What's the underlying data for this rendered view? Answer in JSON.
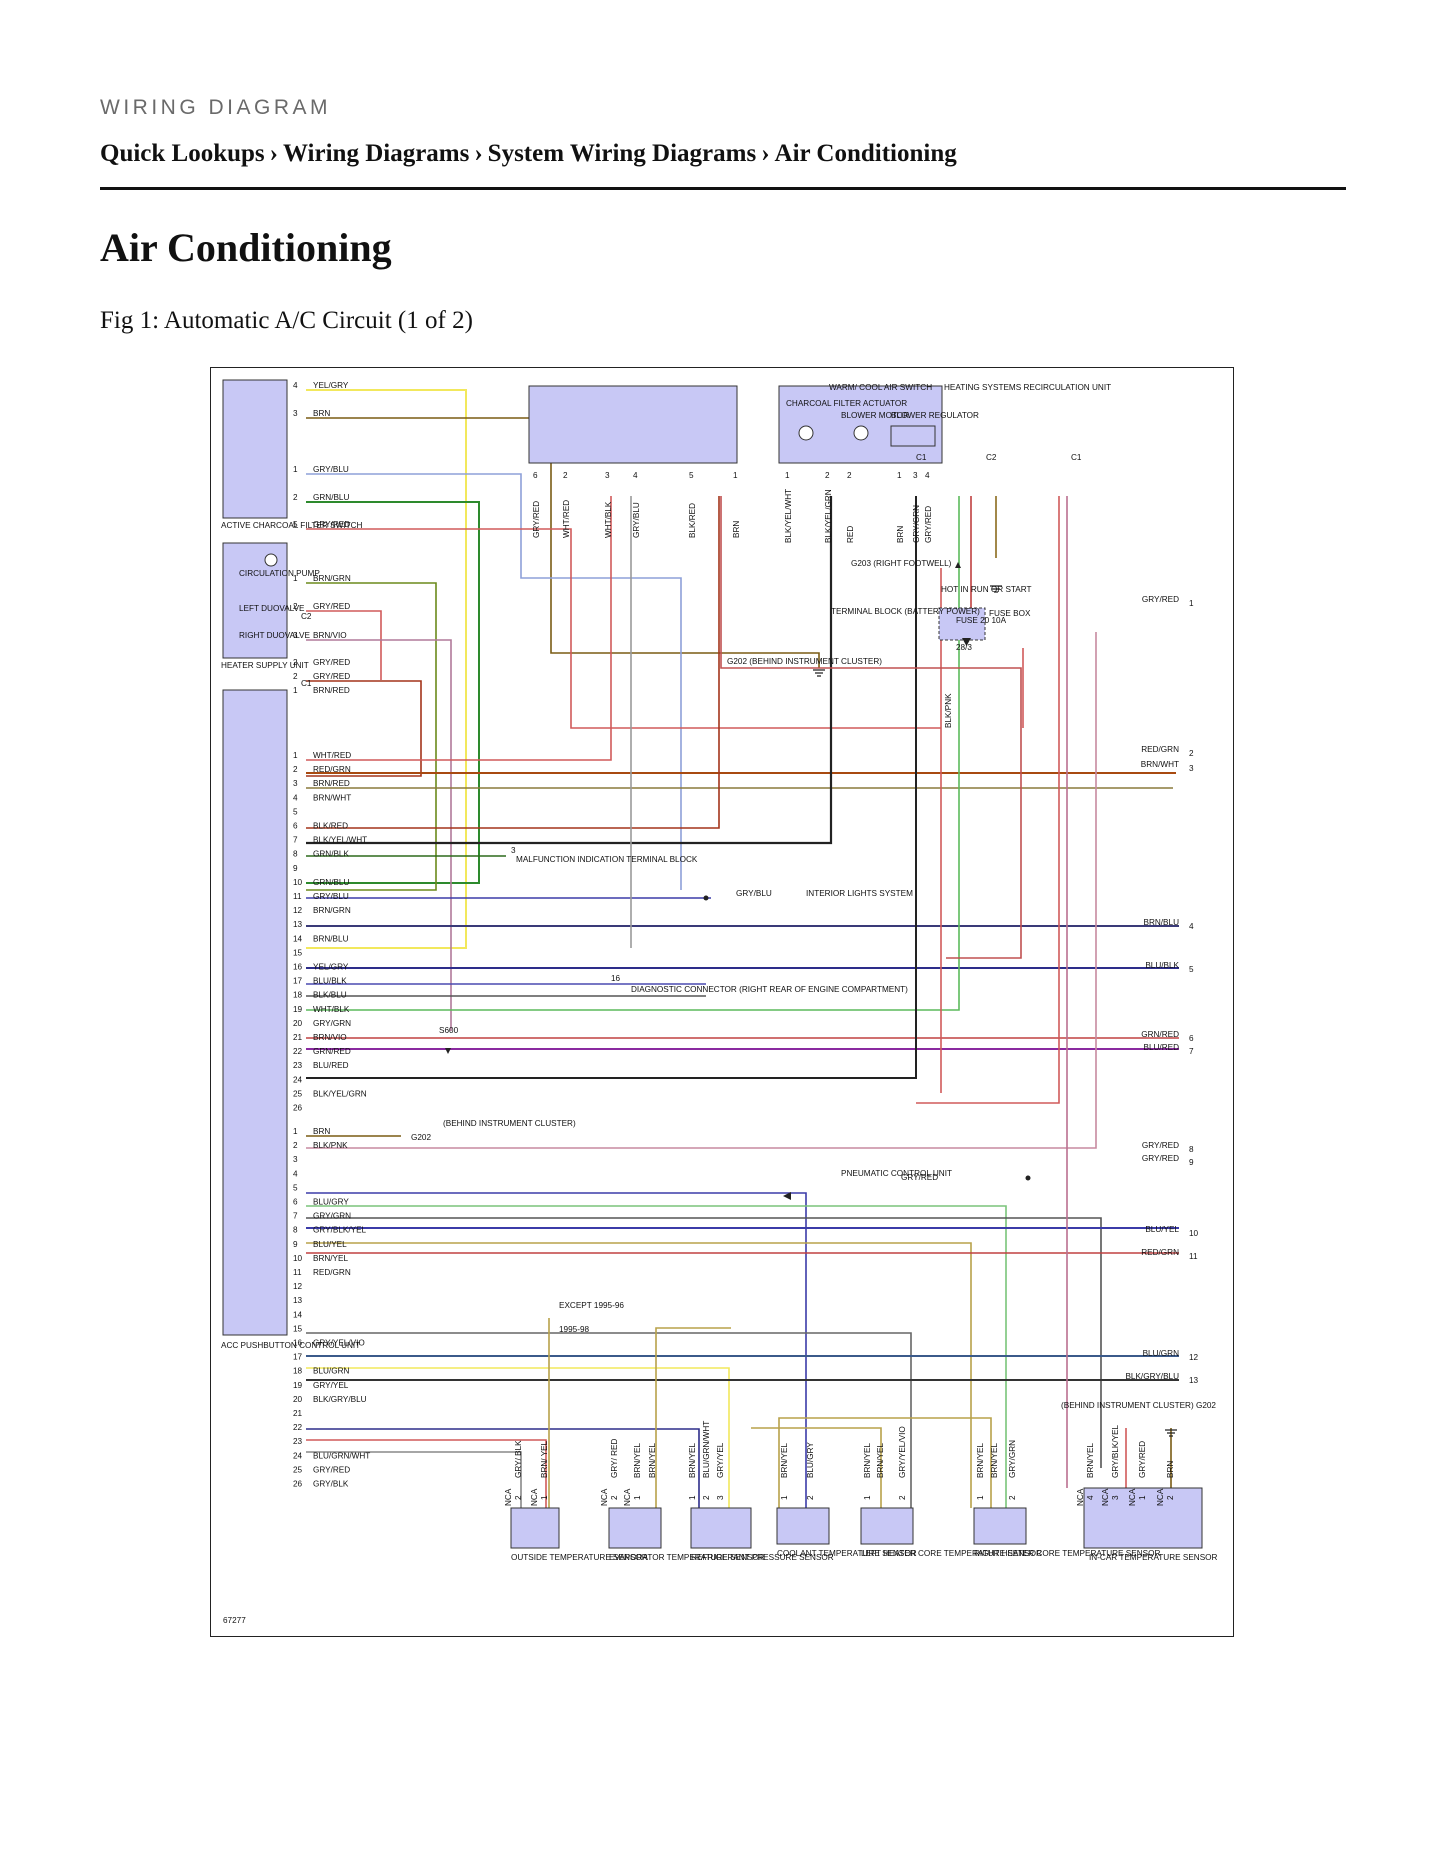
{
  "header": {
    "eyebrow": "WIRING DIAGRAM",
    "breadcrumb": [
      "Quick Lookups",
      "Wiring Diagrams",
      "System Wiring Diagrams",
      "Air Conditioning"
    ],
    "separator": "›"
  },
  "page_title": "Air Conditioning",
  "figure": {
    "caption": "Fig 1: Automatic A/C Circuit (1 of 2)",
    "figure_number": "67277",
    "components": {
      "active_charcoal_filter_switch": "ACTIVE CHARCOAL FILTER SWITCH",
      "circulation_pump": "CIRCULATION PUMP",
      "left_duovalve": "LEFT DUOVALVE",
      "right_duovalve": "RIGHT DUOVALVE",
      "heater_supply_unit": "HEATER SUPPLY UNIT",
      "acc_control_unit": "ACC PUSHBUTTON CONTROL UNIT",
      "warm_cool_switch": "WARM/ COOL AIR SWITCH",
      "charcoal_filter_actuator": "CHARCOAL FILTER ACTUATOR",
      "blower_motor": "BLOWER MOTOR",
      "blower_regulator": "BLOWER REGULATOR",
      "heating_recirc_unit": "HEATING SYSTEMS RECIRCULATION UNIT",
      "g203": "G203 (RIGHT FOOTWELL)",
      "terminal_block": "TERMINAL BLOCK (BATTERY POWER)",
      "g202_upper": "G202 (BEHIND INSTRUMENT CLUSTER)",
      "hot_in_run": "HOT IN RUN OR START",
      "fuse": "FUSE 20 10A",
      "fuse_box": "FUSE BOX",
      "fuse_ref": "28/3",
      "malfunction": "MALFUNCTION INDICATION TERMINAL BLOCK",
      "interior_lights": "INTERIOR LIGHTS SYSTEM",
      "diagnostic_connector": "DIAGNOSTIC CONNECTOR (RIGHT REAR OF ENGINE COMPARTMENT)",
      "s600": "S600",
      "g202_left": "G202",
      "behind_cluster": "(BEHIND INSTRUMENT CLUSTER)",
      "pneumatic": "PNEUMATIC CONTROL UNIT",
      "except_9596": "EXCEPT 1995-96",
      "years_9598": "1995-98",
      "outside_sensor": "OUTSIDE TEMPERATURE SENSOR",
      "evaporator_sensor": "EVAPORATOR TEMPERATURE SENSOR",
      "refrigerant_sensor": "REFRIGERANT PRESSURE SENSOR",
      "coolant_sensor": "COOLANT TEMPERATURE SENSOR",
      "left_heater_sensor": "LEFT HEATER CORE TEMPERATURE SENSOR",
      "right_heater_sensor": "RIGHT HEATER CORE TEMPERATURE SENSOR",
      "incar_sensor": "IN-CAR TEMPERATURE SENSOR",
      "g202_right": "(BEHIND INSTRUMENT CLUSTER) G202"
    },
    "connectors": [
      "C2",
      "C1"
    ],
    "charcoal_switch_pins": [
      {
        "pin": "4",
        "wire": "YEL/GRY"
      },
      {
        "pin": "3",
        "wire": "BRN"
      },
      {
        "pin": "1",
        "wire": "GRY/BLU"
      },
      {
        "pin": "2",
        "wire": "GRN/BLU"
      },
      {
        "pin": "5",
        "wire": "GRY/RED"
      }
    ],
    "heater_supply_pins": [
      {
        "pin": "1",
        "wire": "BRN/GRN"
      },
      {
        "pin": "2",
        "wire": "GRY/RED"
      },
      {
        "pin": "3",
        "wire": "BRN/VIO"
      },
      {
        "pin": "2",
        "wire": "GRY/RED"
      },
      {
        "pin": "2",
        "wire": "GRY/RED"
      },
      {
        "pin": "1",
        "wire": "BRN/RED"
      }
    ],
    "acc_block1": [
      {
        "pin": "1",
        "wire": "WHT/RED"
      },
      {
        "pin": "2",
        "wire": "RED/GRN"
      },
      {
        "pin": "3",
        "wire": "BRN/RED"
      },
      {
        "pin": "4",
        "wire": "BRN/WHT"
      },
      {
        "pin": "5",
        "wire": ""
      },
      {
        "pin": "6",
        "wire": "BLK/RED"
      },
      {
        "pin": "7",
        "wire": "BLK/YEL/WHT"
      },
      {
        "pin": "8",
        "wire": "GRN/BLK"
      },
      {
        "pin": "9",
        "wire": ""
      },
      {
        "pin": "10",
        "wire": "GRN/BLU"
      },
      {
        "pin": "11",
        "wire": "GRY/BLU"
      },
      {
        "pin": "12",
        "wire": "BRN/GRN"
      },
      {
        "pin": "13",
        "wire": ""
      },
      {
        "pin": "14",
        "wire": "BRN/BLU"
      },
      {
        "pin": "15",
        "wire": ""
      },
      {
        "pin": "16",
        "wire": "YEL/GRY"
      },
      {
        "pin": "17",
        "wire": "BLU/BLK"
      },
      {
        "pin": "18",
        "wire": "BLK/BLU"
      },
      {
        "pin": "19",
        "wire": "WHT/BLK"
      },
      {
        "pin": "20",
        "wire": "GRY/GRN"
      },
      {
        "pin": "21",
        "wire": "BRN/VIO"
      },
      {
        "pin": "22",
        "wire": "GRN/RED"
      },
      {
        "pin": "23",
        "wire": "BLU/RED"
      },
      {
        "pin": "24",
        "wire": ""
      },
      {
        "pin": "25",
        "wire": "BLK/YEL/GRN"
      },
      {
        "pin": "26",
        "wire": ""
      }
    ],
    "acc_block2": [
      {
        "pin": "1",
        "wire": "BRN"
      },
      {
        "pin": "2",
        "wire": "BLK/PNK"
      },
      {
        "pin": "3",
        "wire": ""
      },
      {
        "pin": "4",
        "wire": ""
      },
      {
        "pin": "5",
        "wire": ""
      },
      {
        "pin": "6",
        "wire": "BLU/GRY"
      },
      {
        "pin": "7",
        "wire": "GRY/GRN"
      },
      {
        "pin": "8",
        "wire": "GRY/BLK/YEL"
      },
      {
        "pin": "9",
        "wire": "BLU/YEL"
      },
      {
        "pin": "10",
        "wire": "BRN/YEL"
      },
      {
        "pin": "11",
        "wire": "RED/GRN"
      },
      {
        "pin": "12",
        "wire": ""
      },
      {
        "pin": "13",
        "wire": ""
      },
      {
        "pin": "14",
        "wire": ""
      },
      {
        "pin": "15",
        "wire": ""
      },
      {
        "pin": "16",
        "wire": "GRY/YEL/VIO"
      },
      {
        "pin": "17",
        "wire": ""
      },
      {
        "pin": "18",
        "wire": "BLU/GRN"
      },
      {
        "pin": "19",
        "wire": "GRY/YEL"
      },
      {
        "pin": "20",
        "wire": "BLK/GRY/BLU"
      },
      {
        "pin": "21",
        "wire": ""
      },
      {
        "pin": "22",
        "wire": ""
      },
      {
        "pin": "23",
        "wire": ""
      },
      {
        "pin": "24",
        "wire": "BLU/GRN/WHT"
      },
      {
        "pin": "25",
        "wire": "GRY/RED"
      },
      {
        "pin": "26",
        "wire": "GRY/BLK"
      }
    ],
    "top_switch_pins": [
      {
        "pin": "6",
        "wire": "GRY/RED"
      },
      {
        "pin": "2",
        "wire": "WHT/RED"
      },
      {
        "pin": "3",
        "wire": "WHT/BLK"
      },
      {
        "pin": "4",
        "wire": "GRY/BLU"
      },
      {
        "pin": "5",
        "wire": "BLK/RED"
      },
      {
        "pin": "1",
        "wire": "BRN"
      }
    ],
    "top_recirc_pins": [
      {
        "pin": "1",
        "wire": "BLK/YEL/WHT"
      },
      {
        "pin": "2",
        "wire": "BLK/YEL/GRN"
      },
      {
        "pin": "2",
        "wire": "RED"
      },
      {
        "pin": "1",
        "wire": "BRN"
      },
      {
        "pin": "3",
        "wire": "GRY/GRN"
      },
      {
        "pin": "4",
        "wire": "GRY/RED"
      }
    ],
    "recirc_connectors": [
      "C1",
      "C2",
      "C1"
    ],
    "right_edge": [
      {
        "num": "1",
        "wire": "GRY/RED"
      },
      {
        "num": "2",
        "wire": "RED/GRN"
      },
      {
        "num": "3",
        "wire": "BRN/WHT"
      },
      {
        "num": "4",
        "wire": "BRN/BLU"
      },
      {
        "num": "5",
        "wire": "BLU/BLK"
      },
      {
        "num": "6",
        "wire": "GRN/RED"
      },
      {
        "num": "7",
        "wire": "BLU/RED"
      },
      {
        "num": "8",
        "wire": "GRY/RED"
      },
      {
        "num": "9",
        "wire": "GRY/RED"
      },
      {
        "num": "10",
        "wire": "BLU/YEL"
      },
      {
        "num": "11",
        "wire": "RED/GRN"
      },
      {
        "num": "12",
        "wire": "BLU/GRN"
      },
      {
        "num": "13",
        "wire": "BLK/GRY/BLU"
      }
    ],
    "misc_labels": {
      "blk_pnk": "BLK/PNK",
      "gry_blu_interior": "GRY/BLU",
      "gry_red_pneumatic": "GRY/RED",
      "pin_3": "3",
      "pin_16": "16"
    },
    "sensor_wires": [
      {
        "nca": "NCA",
        "pin": "2",
        "wire": "GRY/ BLK"
      },
      {
        "nca": "NCA",
        "pin": "1",
        "wire": "BRN/ YEL"
      },
      {
        "nca": "NCA",
        "pin": "2",
        "wire": "GRY/ RED"
      },
      {
        "nca": "NCA",
        "pin": "1",
        "wire": "BRN/YEL"
      },
      {
        "nca": "",
        "pin": "",
        "wire": "BRN/YEL"
      },
      {
        "nca": "",
        "pin": "1",
        "wire": "BRN/YEL"
      },
      {
        "nca": "",
        "pin": "2",
        "wire": "BLU/GRN/WHT"
      },
      {
        "nca": "",
        "pin": "3",
        "wire": "GRY/YEL"
      },
      {
        "nca": "",
        "pin": "1",
        "wire": "BRN/YEL"
      },
      {
        "nca": "",
        "pin": "2",
        "wire": "BLU/GRY"
      },
      {
        "nca": "",
        "pin": "1",
        "wire": "BRN/YEL"
      },
      {
        "nca": "",
        "pin": "",
        "wire": "BRN/YEL"
      },
      {
        "nca": "",
        "pin": "2",
        "wire": "GRY/YEL/VIO"
      },
      {
        "nca": "",
        "pin": "1",
        "wire": "BRN/YEL"
      },
      {
        "nca": "",
        "pin": "",
        "wire": "BRN/YEL"
      },
      {
        "nca": "",
        "pin": "2",
        "wire": "GRY/GRN"
      },
      {
        "nca": "NCA",
        "pin": "4",
        "wire": "BRN/YEL"
      },
      {
        "nca": "NCA",
        "pin": "3",
        "wire": "GRY/BLK/YEL"
      },
      {
        "nca": "NCA",
        "pin": "1",
        "wire": "GRY/RED"
      },
      {
        "nca": "NCA",
        "pin": "2",
        "wire": "BRN"
      }
    ]
  }
}
